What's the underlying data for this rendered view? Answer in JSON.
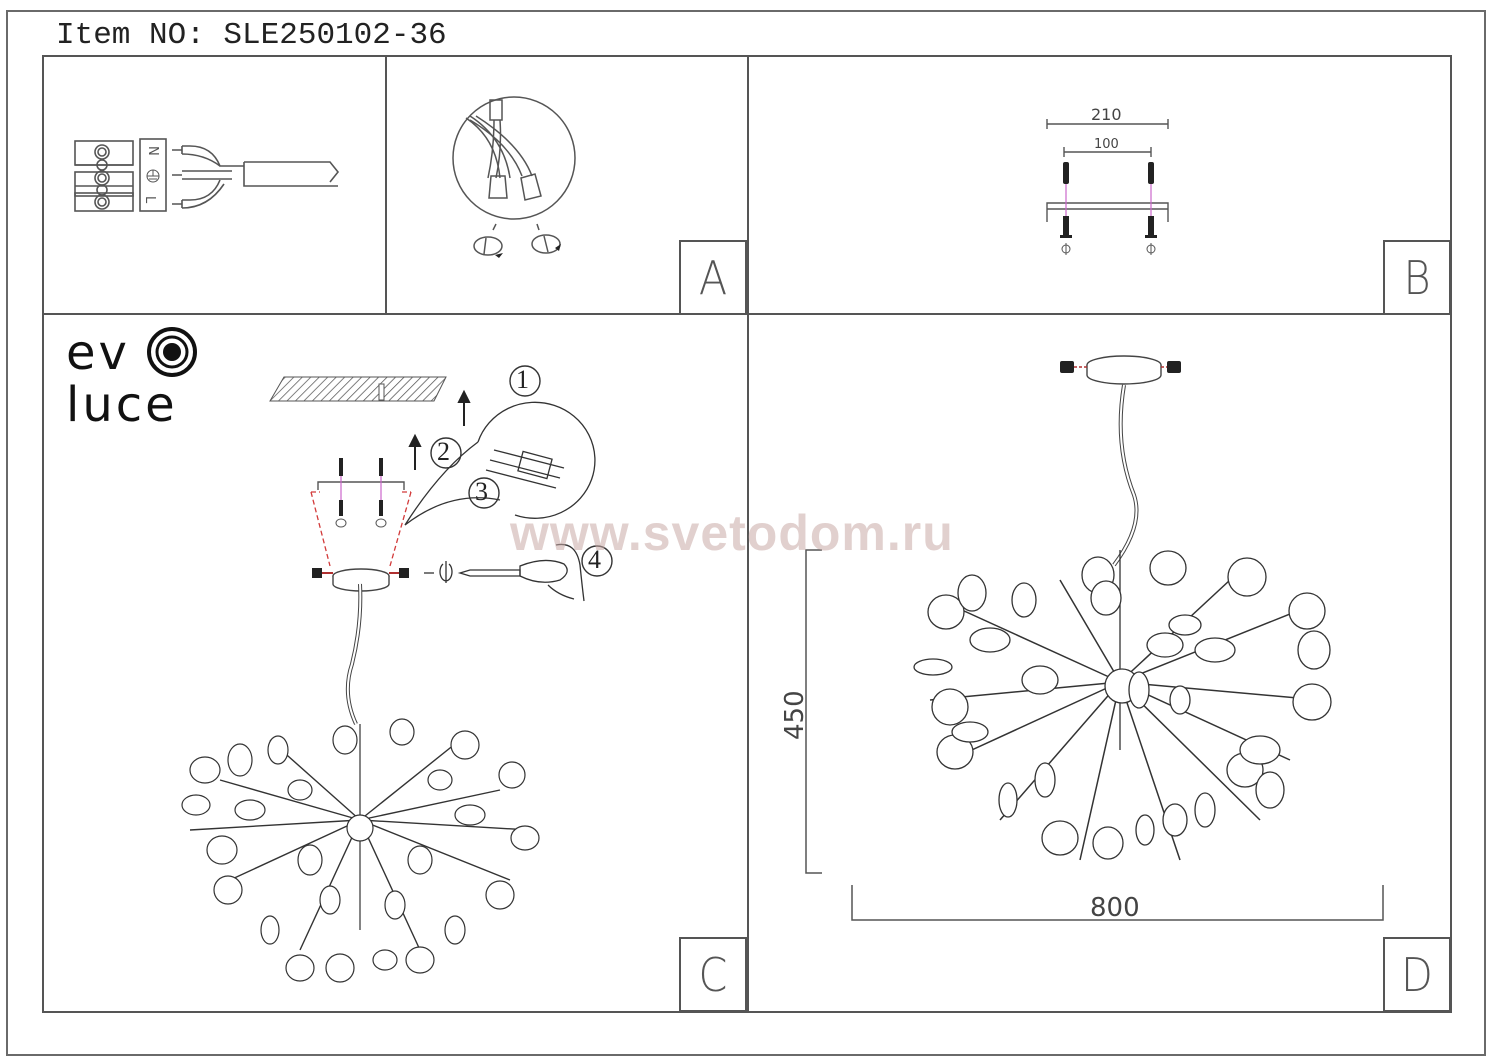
{
  "document": {
    "title": "Item NO: SLE250102-36",
    "brand_logo": {
      "line1": "ev",
      "line2": "luce",
      "icon": "concentric-circle-icon"
    },
    "watermark": "www.svetodom.ru"
  },
  "panels": [
    {
      "id": "A",
      "label": "A",
      "content": "Wiring: terminal block with N / earth / L connections and wire nut twist connectors"
    },
    {
      "id": "B",
      "label": "B",
      "content": "Mounting bracket with screws and anchors",
      "dimensions": {
        "outer": "210",
        "inner": "100"
      }
    },
    {
      "id": "C",
      "label": "C",
      "content": "Installation steps",
      "steps": [
        "1",
        "2",
        "3",
        "4"
      ]
    },
    {
      "id": "D",
      "label": "D",
      "content": "Chandelier overall dimensions",
      "dimensions": {
        "height": "450",
        "width": "800"
      }
    }
  ],
  "terminal_labels": {
    "neutral": "N",
    "earth": "earth-symbol",
    "live": "L"
  },
  "colors": {
    "line": "#555555",
    "dashed_guide": "#d23a3a",
    "screw_axis": "#cc66cc",
    "watermark": "#c8aaa5"
  }
}
